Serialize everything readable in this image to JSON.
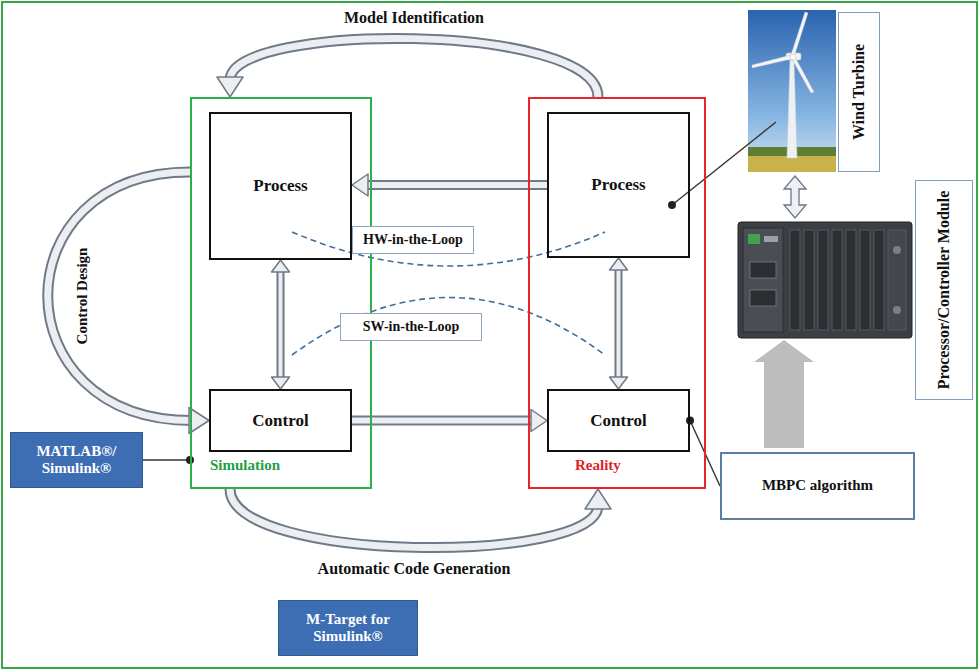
{
  "diagram": {
    "nodes": [
      {
        "text": [
          "Simulation"
        ]
      },
      {
        "text": [
          "Process"
        ],
        "in": 0
      },
      {
        "text": [
          "Control"
        ],
        "in": 0
      },
      {
        "text": [
          "Reality"
        ]
      },
      {
        "text": [
          "Process"
        ],
        "in": 3
      },
      {
        "text": [
          "Control"
        ],
        "in": 3
      },
      {
        "text": [
          "HW-in-the-Loop"
        ]
      },
      {
        "text": [
          "SW-in-the-Loop"
        ]
      },
      {
        "text": [
          "MATLAB®/ Simulink®"
        ]
      },
      {
        "text": [
          "M-Target for Simulink®"
        ]
      },
      {
        "text": [
          "Wind Turbine"
        ]
      },
      {
        "text": [
          "Processor/Controller Module"
        ]
      },
      {
        "text": [
          "MBPC algorithm"
        ]
      }
    ],
    "edges": [
      {
        "from": 3,
        "to": 0,
        "arrow": "to",
        "label": "Model Identification"
      },
      {
        "from": 0,
        "to": 2,
        "arrow": "to",
        "label": "Control Design"
      },
      {
        "from": 0,
        "to": 3,
        "arrow": "to",
        "label": "Automatic Code Generation"
      },
      {
        "from": 4,
        "to": 1,
        "arrow": "to"
      },
      {
        "from": 2,
        "to": 5,
        "arrow": "to"
      },
      {
        "from": 1,
        "to": 2,
        "arrow": "both"
      },
      {
        "from": 4,
        "to": 5,
        "arrow": "both"
      },
      {
        "from": 8,
        "to": 0,
        "arrow": "none"
      },
      {
        "from": 5,
        "to": 12,
        "arrow": "none"
      }
    ]
  }
}
